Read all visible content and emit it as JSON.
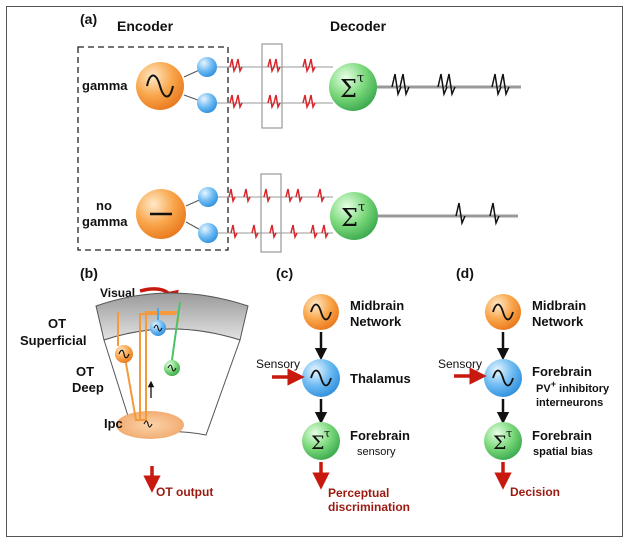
{
  "panels": {
    "a": {
      "tag": "(a)",
      "encoder_title": "Encoder",
      "decoder_title": "Decoder",
      "gamma_label": "gamma",
      "nogamma_label_1": "no",
      "nogamma_label_2": "gamma",
      "decoder_symbol": "Σ",
      "decoder_superscript": "τ"
    },
    "b": {
      "tag": "(b)",
      "visual": "Visual",
      "ot_superficial_1": "OT",
      "ot_superficial_2": "Superficial",
      "ot_deep_1": "OT",
      "ot_deep_2": "Deep",
      "ipc": "Ipc",
      "ot_output": "OT output"
    },
    "c": {
      "tag": "(c)",
      "sensory": "Sensory",
      "node1_1": "Midbrain",
      "node1_2": "Network",
      "node2": "Thalamus",
      "node3": "Forebrain",
      "node3_sub": "sensory",
      "output_1": "Perceptual",
      "output_2": "discrimination"
    },
    "d": {
      "tag": "(d)",
      "sensory": "Sensory",
      "node1_1": "Midbrain",
      "node1_2": "Network",
      "node2_1": "Forebrain",
      "node2_2a": "PV",
      "node2_2sup": "+",
      "node2_2b": " inhibitory",
      "node2_3": "interneurons",
      "node3": "Forebrain",
      "node3_sub": "spatial bias",
      "output": "Decision"
    }
  },
  "colors": {
    "orange": "#f59a3a",
    "blue": "#4aa8ec",
    "green": "#4cc466",
    "spike_red": "#d8262b",
    "arrow_red": "#c8190f",
    "output_text": "#9a1a10"
  }
}
